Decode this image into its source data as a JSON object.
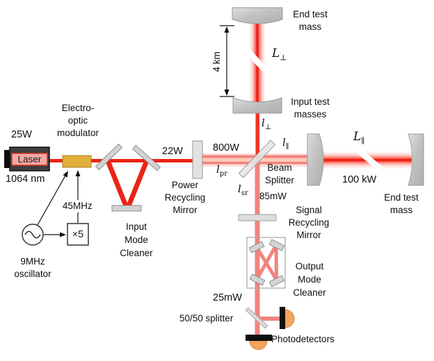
{
  "colors": {
    "beam_red": "#ea2414",
    "beam_bright_red": "#ee3422",
    "beam_salmon": "#f2837d",
    "beam_salmon_light": "#ffc9bd",
    "mirror_gray": "#cccccc",
    "eom_gold": "#e2ae3d",
    "detector_orange": "#f5a45c",
    "laser_body": "#3d3d3d",
    "laser_stripe": "#f4a9a4"
  },
  "laser": {
    "power": "25W",
    "label": "Laser",
    "wavelength": "1064 nm"
  },
  "modulator": {
    "line1": "Electro-",
    "line2": "optic",
    "line3": "modulator"
  },
  "rf": {
    "freq45": "45MHz",
    "multiplier": "×5",
    "osc_line1": "9MHz",
    "osc_line2": "oscillator"
  },
  "imc": {
    "power": "22W",
    "line1": "Input",
    "line2": "Mode",
    "line3": "Cleaner"
  },
  "prm": {
    "power": "800W",
    "line1": "Power",
    "line2": "Recycling",
    "line3": "Mirror"
  },
  "bs": {
    "line1": "Beam",
    "line2": "Splitter"
  },
  "lengths": {
    "arm_length": "4 km",
    "L_perp": {
      "base": "L",
      "sub": "⊥"
    },
    "L_par": {
      "base": "L",
      "sub": "∥"
    },
    "l_perp": {
      "base": "l",
      "sub": "⊥"
    },
    "l_par": {
      "base": "l",
      "sub": "∥"
    },
    "l_pr": {
      "base": "l",
      "sub": "pr"
    },
    "l_sr": {
      "base": "l",
      "sub": "sr"
    }
  },
  "vertical_arm": {
    "etm_line1": "End test",
    "etm_line2": "mass",
    "itm_line1": "Input test",
    "itm_line2": "masses"
  },
  "horizontal_arm": {
    "power": "100 kW",
    "etm_line1": "End test",
    "etm_line2": "mass"
  },
  "srm": {
    "power": "85mW",
    "line1": "Signal",
    "line2": "Recycling",
    "line3": "Mirror"
  },
  "omc": {
    "power": "25mW",
    "line1": "Output",
    "line2": "Mode",
    "line3": "Cleaner"
  },
  "readout": {
    "splitter": "50/50 splitter",
    "detectors": "Photodetectors"
  }
}
